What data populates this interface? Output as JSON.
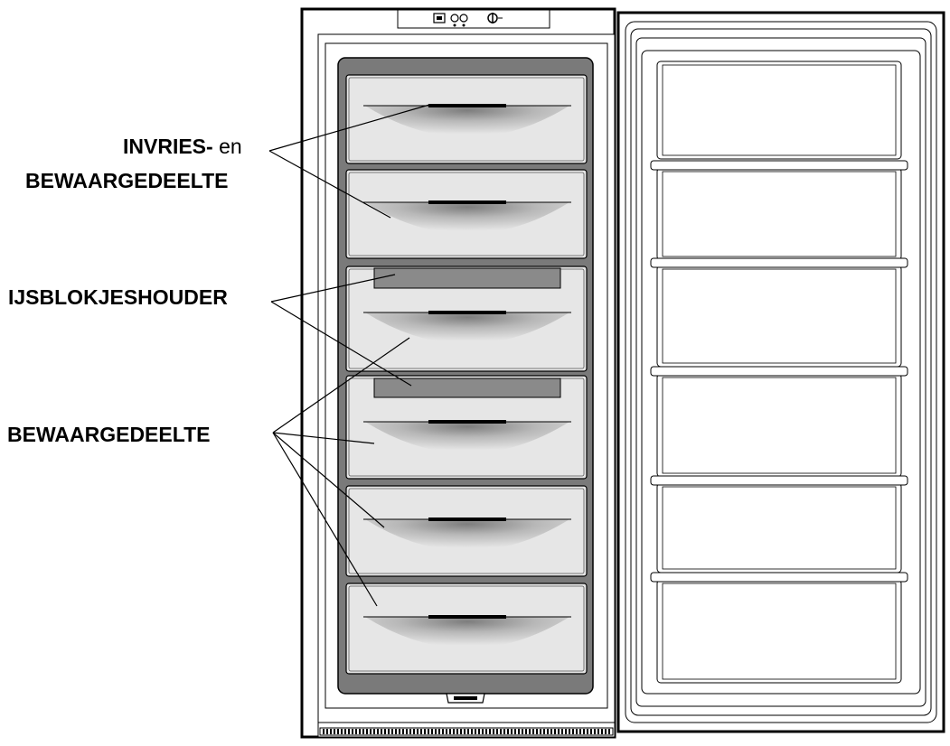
{
  "labels": {
    "freeze_bold": "INVRIES-",
    "freeze_normal": "en",
    "freeze_line2": "BEWAARGEDEELTE",
    "ice_holder": "IJSBLOKJESHOUDER",
    "storage": "BEWAARGEDEELTE"
  },
  "appliance": {
    "drawer_count": 6,
    "door_shelf_count": 6,
    "ice_tray_count": 2
  },
  "colors": {
    "line": "#000000",
    "drawer_frame": "#7a7a7a",
    "drawer_fill": "#e6e6e6",
    "ice_tray": "#8a8a8a"
  }
}
